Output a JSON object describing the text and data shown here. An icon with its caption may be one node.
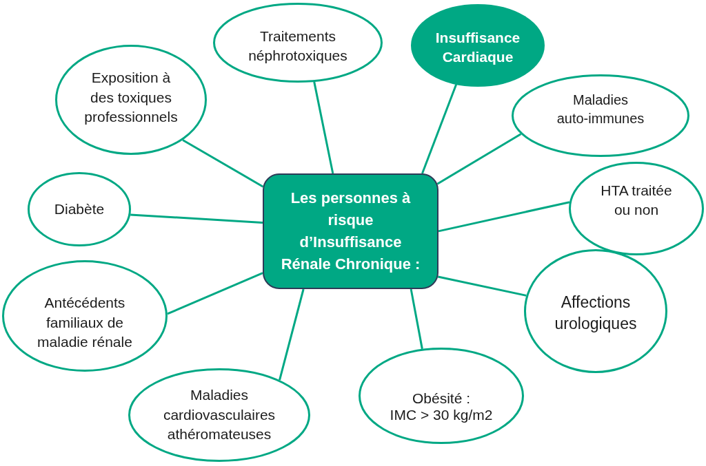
{
  "diagram": {
    "nodes": [
      {
        "text": [
          "Les personnes à risque d’Insuffisance Rénale Chronique :"
        ]
      },
      {
        "text": [
          "Exposition à des toxiques professionnels"
        ]
      },
      {
        "text": [
          "Traitements néphrotoxiques"
        ]
      },
      {
        "text": [
          "Insuffisance Cardiaque"
        ]
      },
      {
        "text": [
          "Maladies auto-immunes"
        ]
      },
      {
        "text": [
          "HTA traitée ou non"
        ]
      },
      {
        "text": [
          "Affections urologiques"
        ]
      },
      {
        "text": [
          "Obésité :",
          "IMC > 30 kg/m2"
        ]
      },
      {
        "text": [
          "Maladies cardiovasculaires athéromateuses"
        ]
      },
      {
        "text": [
          "Antécédents familiaux de maladie rénale"
        ]
      },
      {
        "text": [
          "Diabète"
        ]
      }
    ],
    "edges": [
      {
        "from": 0,
        "to": 1,
        "arrow": "none"
      },
      {
        "from": 0,
        "to": 2,
        "arrow": "none"
      },
      {
        "from": 0,
        "to": 3,
        "arrow": "none"
      },
      {
        "from": 0,
        "to": 4,
        "arrow": "none"
      },
      {
        "from": 0,
        "to": 5,
        "arrow": "none"
      },
      {
        "from": 0,
        "to": 6,
        "arrow": "none"
      },
      {
        "from": 0,
        "to": 7,
        "arrow": "none"
      },
      {
        "from": 0,
        "to": 8,
        "arrow": "none"
      },
      {
        "from": 0,
        "to": 9,
        "arrow": "none"
      },
      {
        "from": 0,
        "to": 10,
        "arrow": "none"
      }
    ]
  }
}
